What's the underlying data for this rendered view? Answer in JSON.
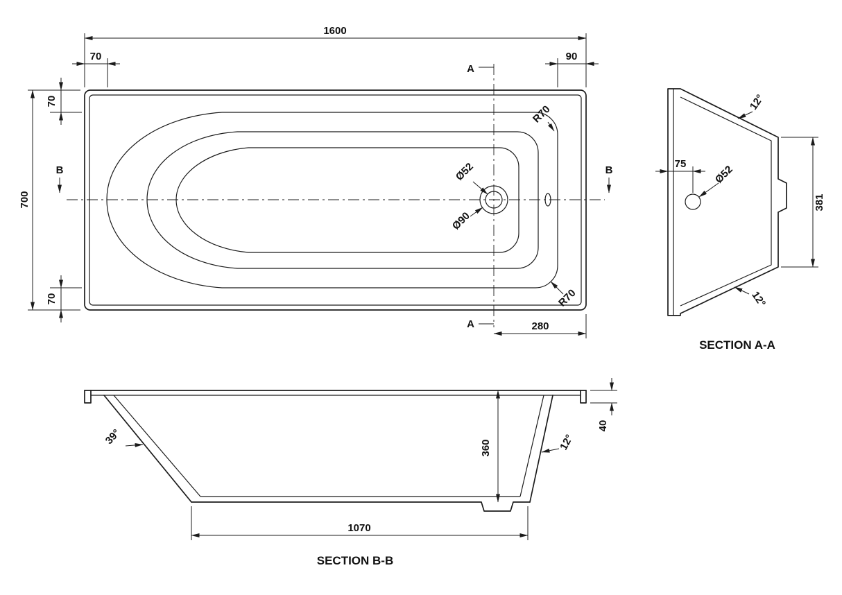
{
  "drawing": {
    "background": "#ffffff",
    "line_color": "#1b1b1b"
  },
  "plan": {
    "dim_length": "1600",
    "dim_width": "700",
    "dim_rim_left": "70",
    "dim_rim_top": "70",
    "dim_rim_bottom": "70",
    "dim_rim_right": "90",
    "dim_drain_offset": "280",
    "label_r70_top": "R70",
    "label_r70_bottom": "R70",
    "label_waste_inner": "Ø52",
    "label_waste_outer": "Ø90",
    "marker_a_top": "A",
    "marker_a_bottom": "A",
    "marker_b_left": "B",
    "marker_b_right": "B"
  },
  "section_aa": {
    "title": "SECTION A-A",
    "dim_overflow_offset": "75",
    "label_overflow_dia": "Ø52",
    "dim_internal_height": "381",
    "angle_top": "12°",
    "angle_bottom": "12°"
  },
  "section_bb": {
    "title": "SECTION B-B",
    "dim_depth": "360",
    "dim_rim_edge": "40",
    "dim_base_length": "1070",
    "angle_head": "39°",
    "angle_foot": "12°"
  }
}
